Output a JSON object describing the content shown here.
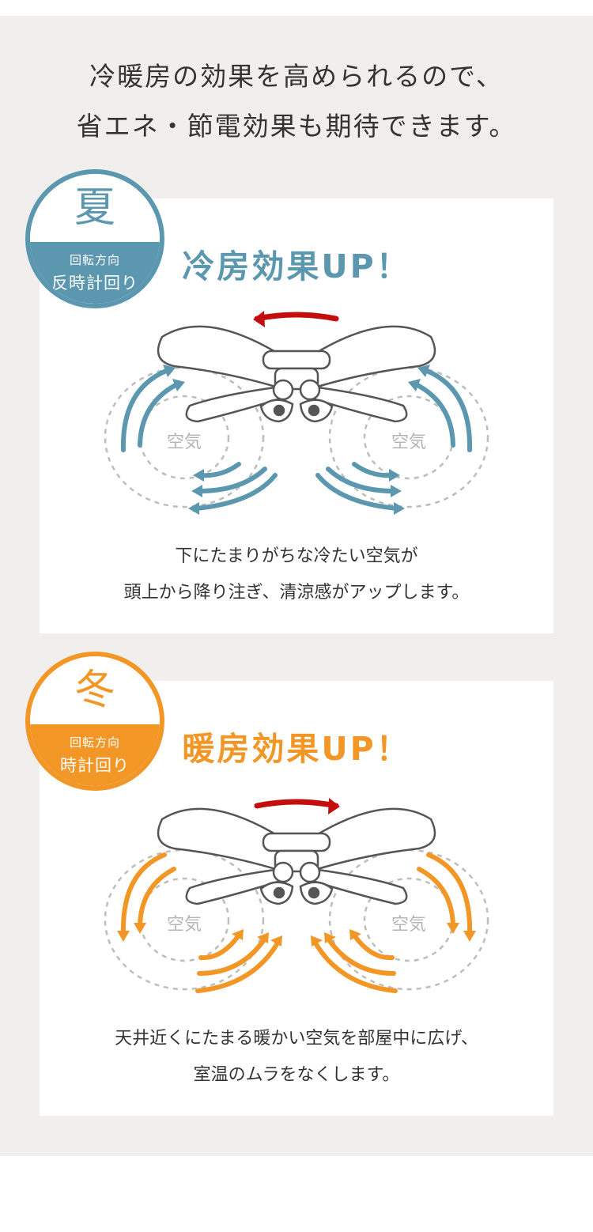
{
  "headline": {
    "line1": "冷暖房の効果を高められるので、",
    "line2": "省エネ・節電効果も期待できます。"
  },
  "colors": {
    "summer": "#5b97af",
    "winter": "#f29626",
    "rotation_arrow": "#c40d0d",
    "background": "#f1efee"
  },
  "summer": {
    "season": "夏",
    "rotation_label": "回転方向",
    "rotation_direction": "反時計回り",
    "title": "冷房効果UP！",
    "air_left": "空気",
    "air_right": "空気",
    "desc_line1": "下にたまりがちな冷たい空気が",
    "desc_line2": "頭上から降り注ぎ、清涼感がアップします。"
  },
  "winter": {
    "season": "冬",
    "rotation_label": "回転方向",
    "rotation_direction": "時計回り",
    "title": "暖房効果UP！",
    "air_left": "空気",
    "air_right": "空気",
    "desc_line1": "天井近くにたまる暖かい空気を部屋中に広げ、",
    "desc_line2": "室温のムラをなくします。"
  }
}
